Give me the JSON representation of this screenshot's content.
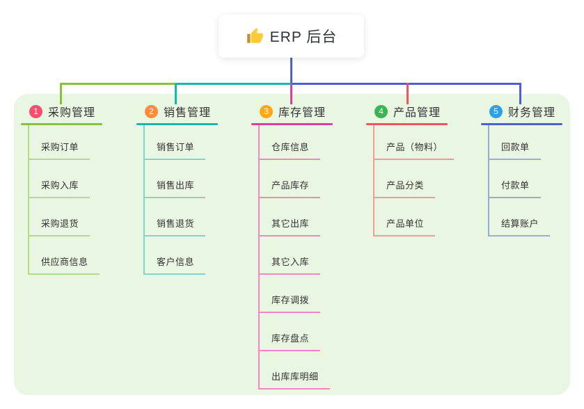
{
  "root": {
    "title": "ERP 后台",
    "icon": "thumbs-up-icon"
  },
  "branches": [
    {
      "number": "1",
      "title": "采购管理",
      "badge_color": "#F2506C",
      "line_color": "#85C23E",
      "child_line_color": "#B4DB86",
      "children": [
        "采购订单",
        "采购入库",
        "采购退货",
        "供应商信息"
      ]
    },
    {
      "number": "2",
      "title": "销售管理",
      "badge_color": "#FB8B3F",
      "line_color": "#16B7AE",
      "child_line_color": "#7BD6CE",
      "children": [
        "销售订单",
        "销售出库",
        "销售退货",
        "客户信息"
      ]
    },
    {
      "number": "3",
      "title": "库存管理",
      "badge_color": "#FFA71A",
      "line_color": "#DE3D9F",
      "child_line_color": "#F087C7",
      "children": [
        "仓库信息",
        "产品库存",
        "其它出库",
        "其它入库",
        "库存调拨",
        "库存盘点",
        "出库库明细"
      ]
    },
    {
      "number": "4",
      "title": "产品管理",
      "badge_color": "#35B854",
      "line_color": "#F4525E",
      "child_line_color": "#F9969D",
      "children": [
        "产品（物料）",
        "产品分类",
        "产品单位"
      ]
    },
    {
      "number": "5",
      "title": "财务管理",
      "badge_color": "#2AA1E8",
      "line_color": "#4C5FD5",
      "child_line_color": "#98A9E6",
      "children": [
        "回款单",
        "付款单",
        "结算账户"
      ]
    }
  ],
  "colors": {
    "panel_bg": "#E9F6E2",
    "root_line": "#4C5FD5",
    "text": "#333333",
    "card_bg": "#FFFFFF"
  }
}
